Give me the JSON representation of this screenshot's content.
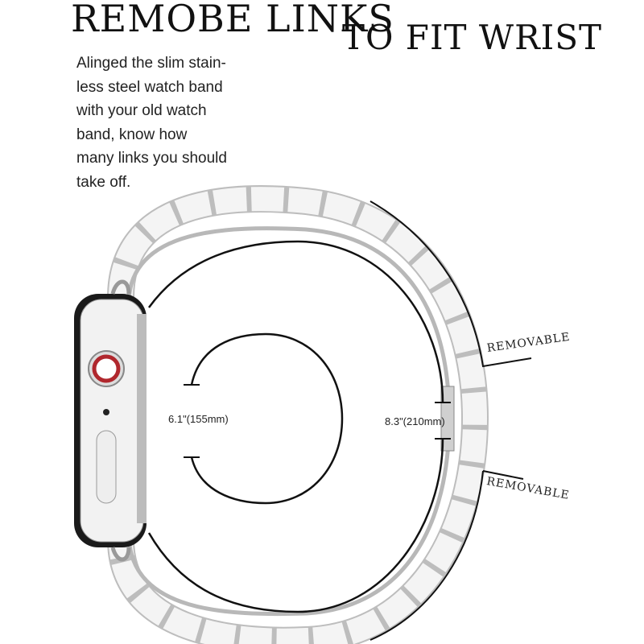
{
  "title": {
    "line1": "REMOBE LINKS",
    "line2": "TO FIT WRIST"
  },
  "description": [
    "Alinged the slim stain-",
    "less steel watch band",
    "with your old watch",
    "band, know how",
    "many links you should",
    "take off."
  ],
  "measurements": {
    "small": "6.1\"(155mm)",
    "large": "8.3\"(210mm)"
  },
  "removable_labels": [
    "REMOVABLE",
    "REMOVABLE"
  ],
  "colors": {
    "crown_ring": "#b0272d",
    "band": "#e8e8e8",
    "text": "#111111"
  }
}
